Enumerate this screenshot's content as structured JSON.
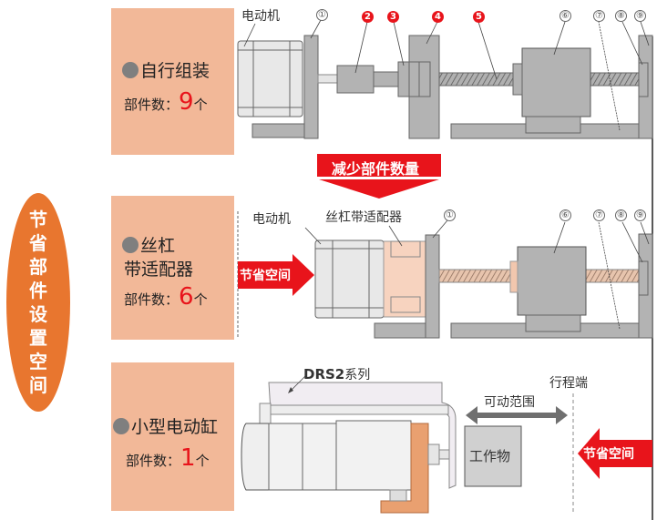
{
  "side_label": {
    "chars": [
      "节",
      "省",
      "部",
      "件",
      "设",
      "置",
      "空",
      "间"
    ],
    "color": "#e8762f"
  },
  "rows": [
    {
      "title": "自行组装",
      "count_prefix": "部件数：",
      "count": "9",
      "count_suffix": "个",
      "motor_label": "电动机",
      "part_numbers": [
        "①",
        "2",
        "3",
        "4",
        "5",
        "⑥",
        "⑦",
        "⑧",
        "⑨"
      ]
    },
    {
      "title_line1": "丝杠",
      "title_line2": "带适配器",
      "count_prefix": "部件数：",
      "count": "6",
      "count_suffix": "个",
      "motor_label": "电动机",
      "adapter_label": "丝杠带适配器",
      "part_numbers": [
        "①",
        "⑥",
        "⑦",
        "⑧",
        "⑨"
      ],
      "save_space_label": "节省空间"
    },
    {
      "title": "小型电动缸",
      "count_prefix": "部件数：",
      "count": "1",
      "count_suffix": "个",
      "series_label": "DRS2",
      "series_suffix": "系列",
      "range_label": "可动范围",
      "stroke_end_label": "行程端",
      "workpiece_label": "工作物",
      "save_space_label": "节省空间"
    }
  ],
  "reduce_banner": "减少部件数量",
  "colors": {
    "accent_red": "#e8141b",
    "box_fill": "#f2b898",
    "part_gray": "#b3b3b3",
    "adapter_peach": "#f7d3bf",
    "bracket_orange": "#e9a070"
  }
}
